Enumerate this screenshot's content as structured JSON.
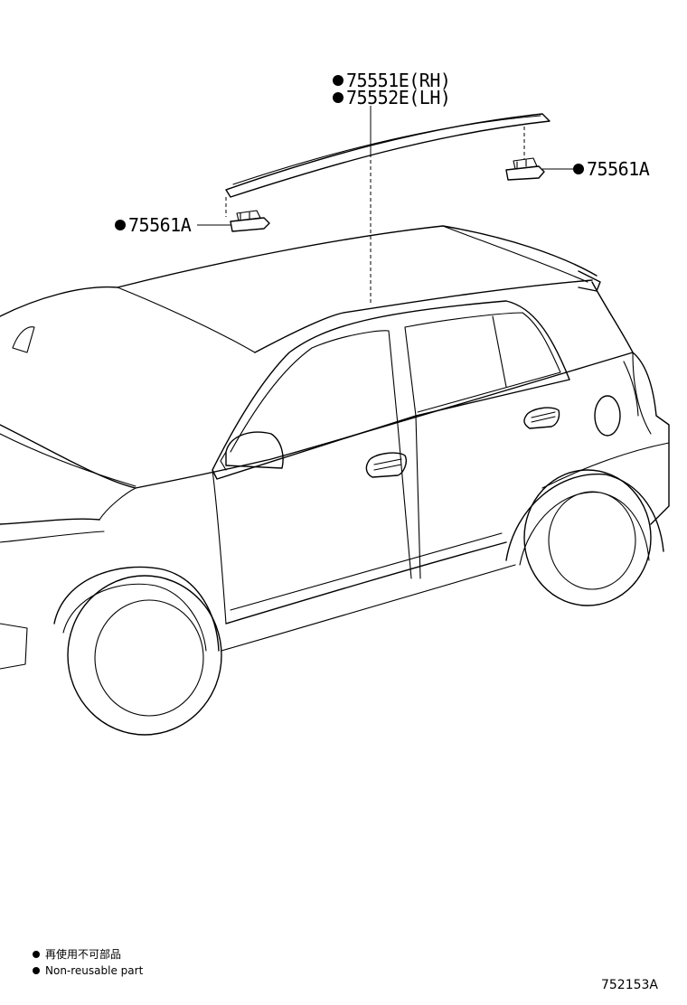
{
  "parts": {
    "rail_rh": "75551E(RH)",
    "rail_lh": "75552E(LH)",
    "clip_right": "75561A",
    "clip_left": "75561A"
  },
  "legend": {
    "japanese": "再使用不可部品",
    "english": "Non-reusable part"
  },
  "figure_number": "752153A"
}
